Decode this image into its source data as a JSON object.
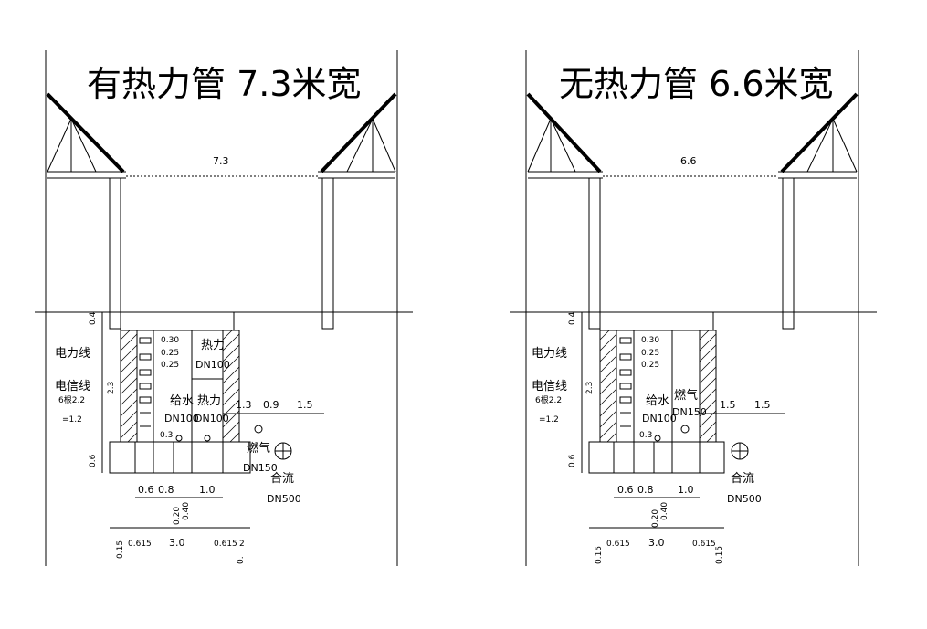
{
  "left": {
    "title": "有热力管 7.3米宽",
    "width_label": "7.3",
    "side_labels": {
      "power": "电力线",
      "telecom": "电信线",
      "telecom_spec1": "6根2.2",
      "telecom_spec2": "=1.2"
    },
    "rows": [
      "0.30",
      "0.25",
      "0.25"
    ],
    "pipes": {
      "heat_top": "热力",
      "heat_top_dn": "DN100",
      "water": "给水",
      "water_dn": "DN100",
      "heat_bottom": "热力",
      "heat_bottom_dn": "DN100",
      "gas": "燃气",
      "gas_dn": "DN150",
      "sewer": "合流",
      "sewer_dn": "DN500"
    },
    "dims": {
      "top_h": "0.4",
      "mid_h": "2.3",
      "bottom_h": "0.6",
      "small": "0.3",
      "right1": "1.3",
      "right2": "0.9",
      "right3": "1.5",
      "bottom_row": [
        "0.6",
        "0.8",
        "1.0"
      ],
      "vert_a": "0.20",
      "vert_b": "0.40",
      "overall": [
        "0.15",
        "0.615",
        "3.0",
        "0.615",
        "2",
        "0."
      ]
    }
  },
  "right": {
    "title": "无热力管 6.6米宽",
    "width_label": "6.6",
    "side_labels": {
      "power": "电力线",
      "telecom": "电信线",
      "telecom_spec1": "6根2.2",
      "telecom_spec2": "=1.2"
    },
    "rows": [
      "0.30",
      "0.25",
      "0.25"
    ],
    "pipes": {
      "water": "给水",
      "water_dn": "DN100",
      "gas": "燃气",
      "gas_dn": "DN150",
      "sewer": "合流",
      "sewer_dn": "DN500"
    },
    "dims": {
      "top_h": "0.4",
      "mid_h": "2.3",
      "bottom_h": "0.6",
      "small": "0.3",
      "right1": "1.5",
      "right2": "1.5",
      "bottom_row": [
        "0.6",
        "0.8",
        "1.0"
      ],
      "vert_a": "0.20",
      "vert_b": "0.40",
      "overall": [
        "0.15",
        "0.615",
        "3.0",
        "0.615",
        "0.15"
      ]
    }
  }
}
